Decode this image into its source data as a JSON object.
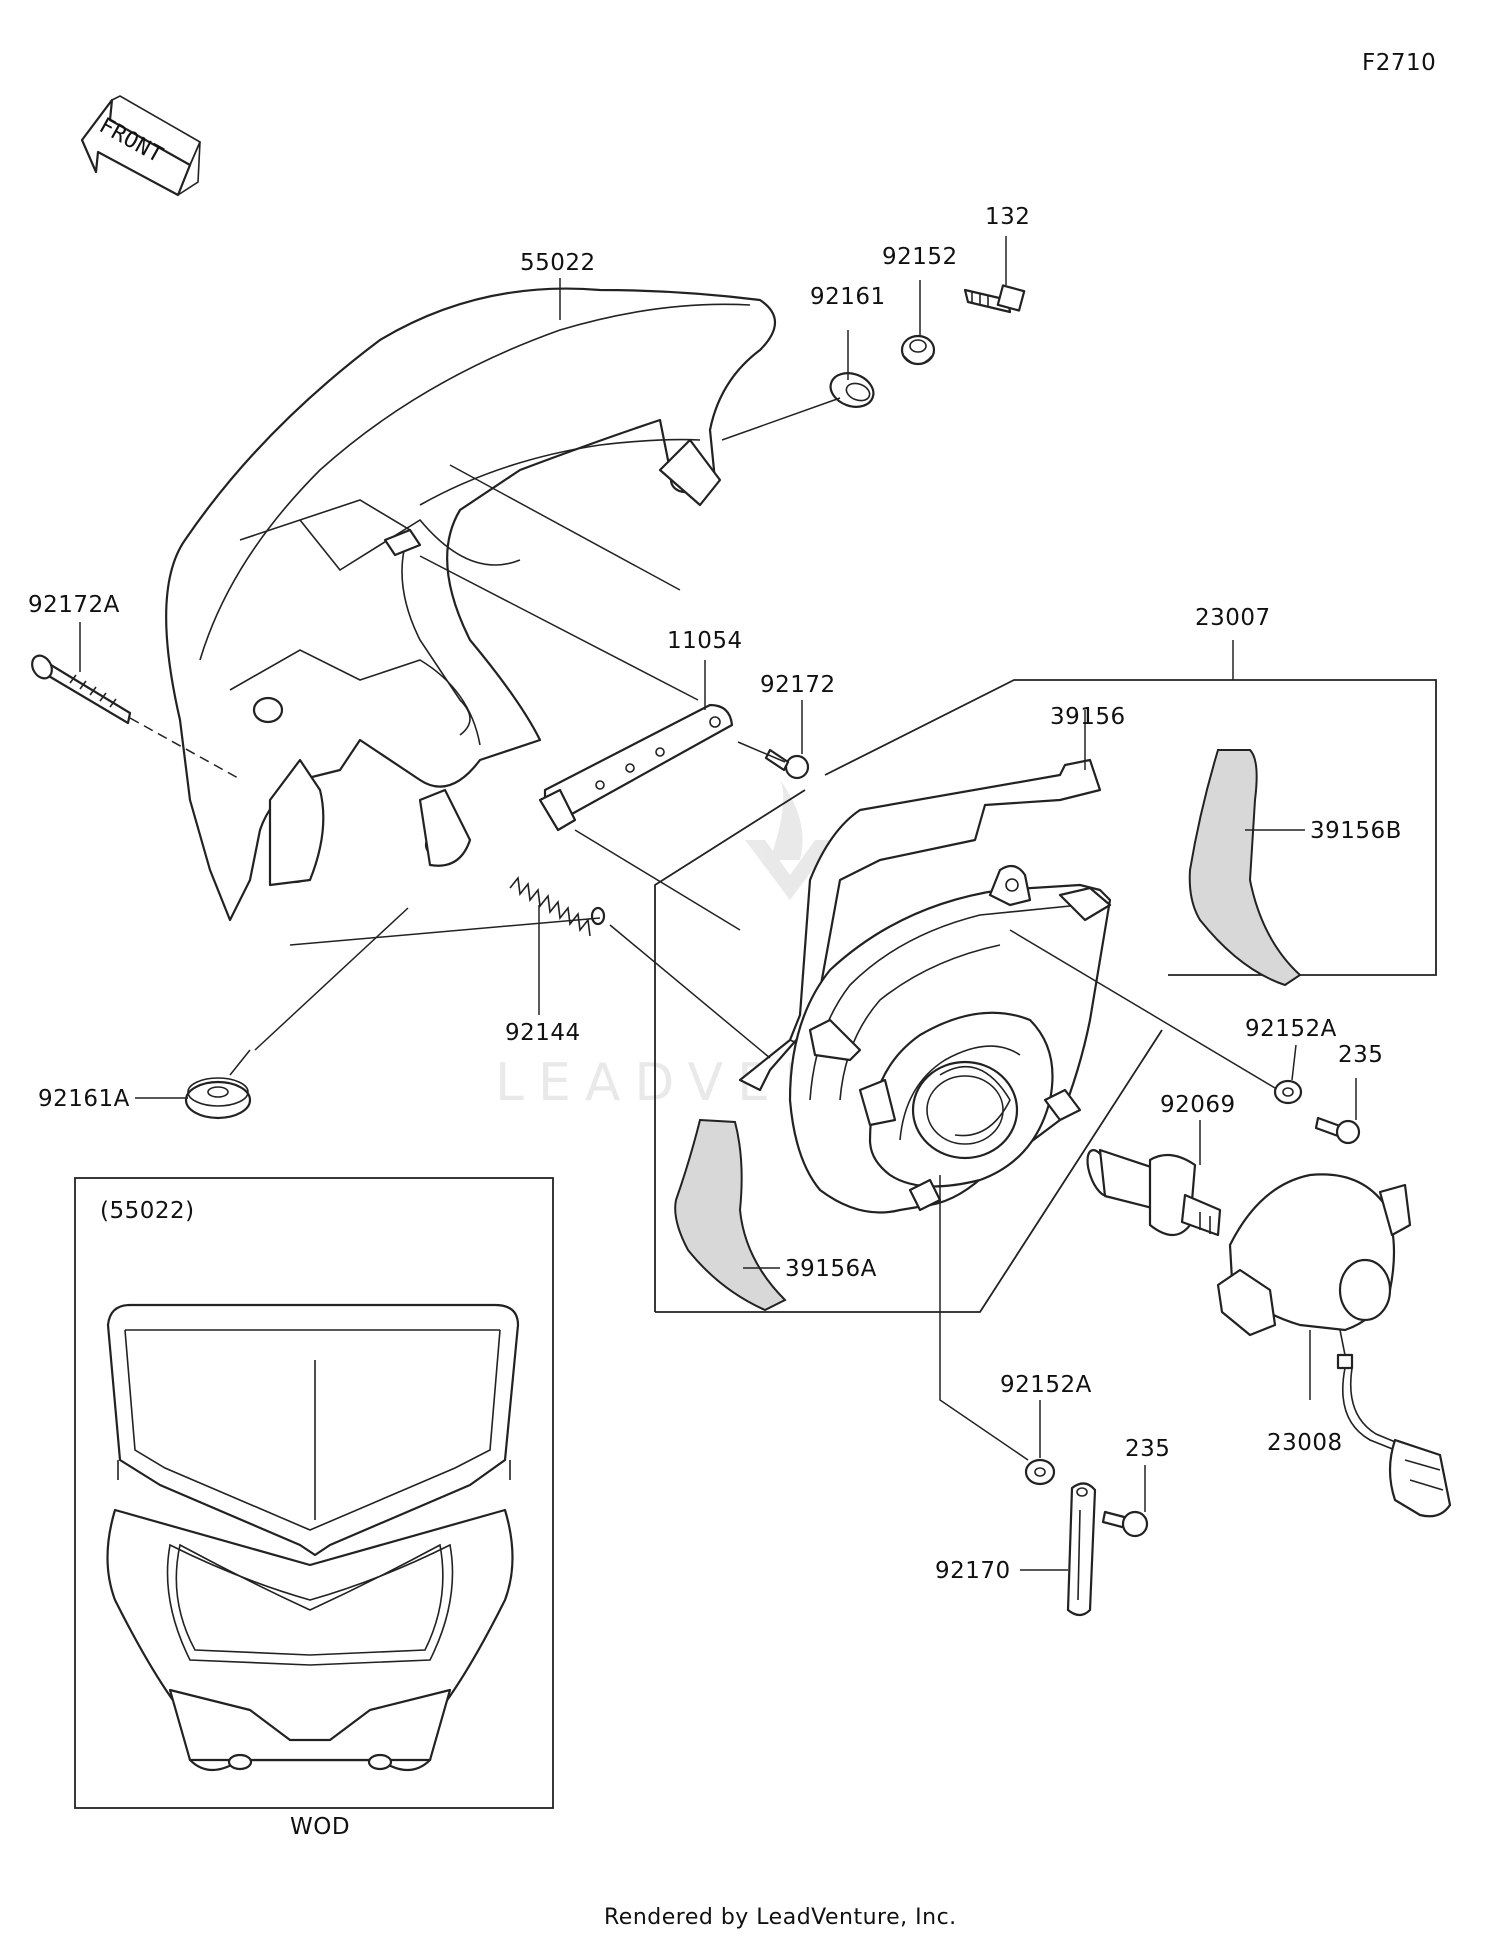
{
  "figure_code": "F2710",
  "direction_label": "FRONT",
  "footer": "Rendered by LeadVenture, Inc.",
  "watermark": "LEADVENTURE",
  "inset": {
    "label": "(55022)",
    "caption": "WOD"
  },
  "callouts": {
    "c55022": "55022",
    "c92161": "92161",
    "c92152": "92152",
    "c132": "132",
    "c92172A": "92172A",
    "c11054": "11054",
    "c92172": "92172",
    "c23007": "23007",
    "c39156": "39156",
    "c39156B": "39156B",
    "c92144": "92144",
    "c92161A": "92161A",
    "c92152A_top": "92152A",
    "c235_top": "235",
    "c92069": "92069",
    "c39156A": "39156A",
    "c92152A_bottom": "92152A",
    "c235_bottom": "235",
    "c23008": "23008",
    "c92170": "92170"
  }
}
